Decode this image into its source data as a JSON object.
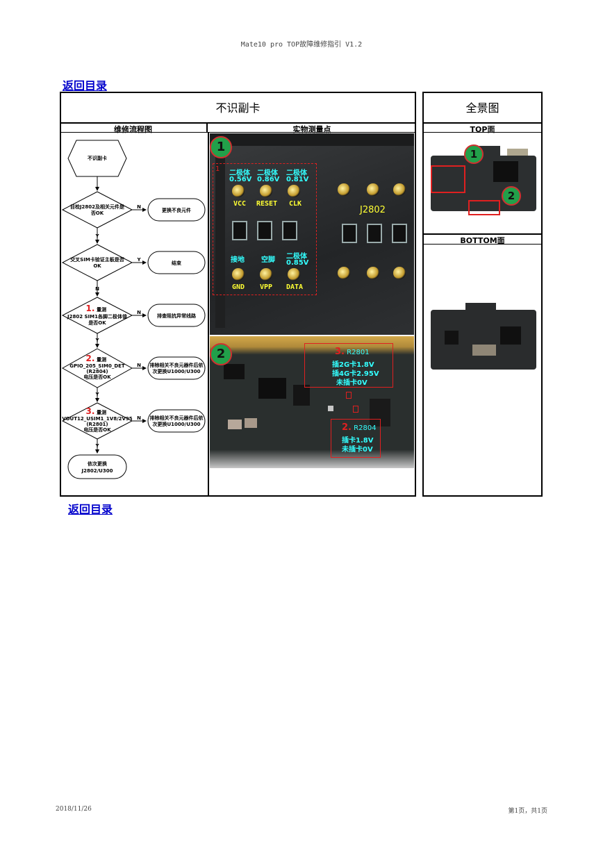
{
  "header": {
    "title": "Mate10 pro TOP故障维修指引 V1.2"
  },
  "nav": {
    "back_top": "返回目录",
    "back_bottom": "返回目录"
  },
  "table": {
    "main_title": "不识副卡",
    "overview_title": "全景图",
    "col_flow": "维修流程图",
    "col_measure": "实物测量点",
    "col_top": "TOP面",
    "col_bottom": "BOTTOM面"
  },
  "flow": {
    "start": "不识副卡",
    "d1": [
      "目检J2802及相关元件是",
      "否OK"
    ],
    "r1": "更换不良元件",
    "d2": [
      "交叉SIM卡验证主板是否",
      "OK"
    ],
    "r2": "结束",
    "d3_num": "1.",
    "d3": [
      "量测",
      "J2802 SIM1各脚二极体值",
      "是否OK"
    ],
    "r3": "排查阻抗异常线路",
    "d4_num": "2.",
    "d4": [
      "量测",
      "GPIO_205_SIM0_DET",
      "(R2804)",
      "电压是否OK"
    ],
    "r4": [
      "排除相关不良元器件后依",
      "次更换U1000/U300"
    ],
    "d5_num": "3.",
    "d5": [
      "量测",
      "VOUT12_USIM1_1V8/2V95",
      "(R2801)",
      "电压是否OK"
    ],
    "r5": [
      "排除相关不良元器件后依",
      "次更换U1000/U300"
    ],
    "end": [
      "依次更换",
      "J2802/U300"
    ],
    "label_n": "N",
    "label_y": "Y"
  },
  "photo1": {
    "badge": "1",
    "inner_tag": "1",
    "pins_top": [
      {
        "kind": "二极体",
        "value": "0.56V",
        "name": "VCC"
      },
      {
        "kind": "二极体",
        "value": "0.86V",
        "name": "RESET"
      },
      {
        "kind": "二极体",
        "value": "0.81V",
        "name": "CLK"
      }
    ],
    "pins_bottom": [
      {
        "kind": "接地",
        "value": "",
        "name": "GND"
      },
      {
        "kind": "空脚",
        "value": "",
        "name": "VPP"
      },
      {
        "kind": "二极体",
        "value": "0.85V",
        "name": "DATA"
      }
    ],
    "connector": "J2802"
  },
  "photo2": {
    "badge": "2",
    "r2801": {
      "num": "3.",
      "ref": "R2801",
      "l1": "插2G卡1.8V",
      "l2": "插4G卡2.95V",
      "l3": "未插卡0V"
    },
    "r2804": {
      "num": "2.",
      "ref": "R2804",
      "l1": "插卡1.8V",
      "l2": "未插卡0V"
    }
  },
  "overview": {
    "badge1": "1",
    "badge2": "2"
  },
  "footer": {
    "date": "2018/11/26",
    "page": "第1页，共1页"
  }
}
